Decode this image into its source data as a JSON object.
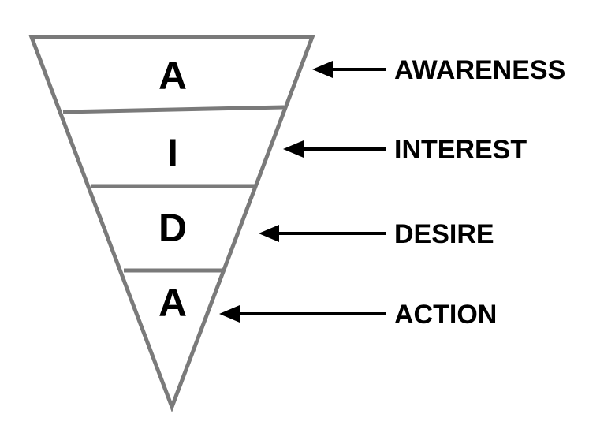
{
  "stages": [
    {
      "letter": "A",
      "label": "AWARENESS"
    },
    {
      "letter": "I",
      "label": "INTEREST"
    },
    {
      "letter": "D",
      "label": "DESIRE"
    },
    {
      "letter": "A",
      "label": "ACTION"
    }
  ],
  "colors": {
    "outline": "#7a7a7a",
    "text": "#000000",
    "arrow": "#000000",
    "background": "#ffffff"
  },
  "icons": {
    "pointer": "left-arrow-icon"
  }
}
